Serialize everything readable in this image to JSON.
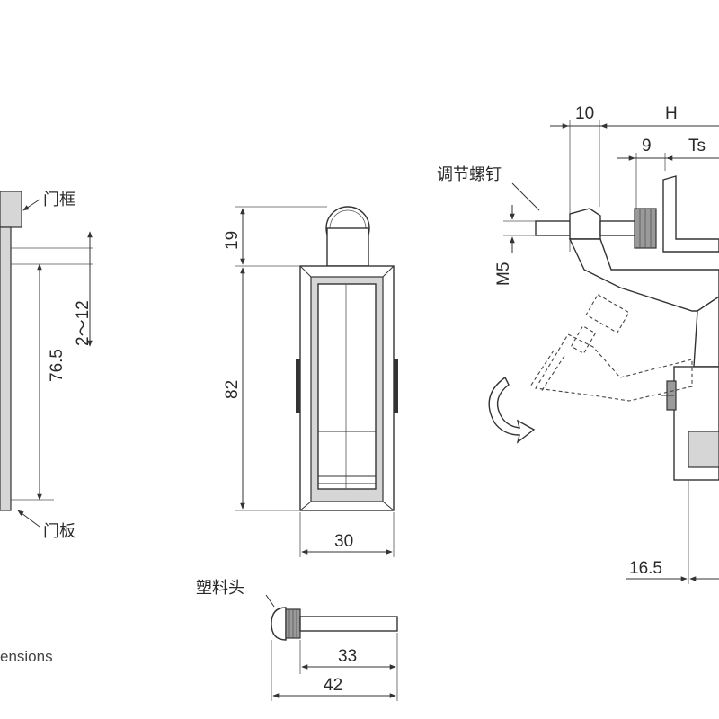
{
  "labels": {
    "door_frame": "门框",
    "door_panel": "门板",
    "adjust_screw": "调节螺钉",
    "plastic_head": "塑料头",
    "caption_fragment": "ensions"
  },
  "dimensions": {
    "range_2_12": "2～12",
    "h_76_5": "76.5",
    "h_19": "19",
    "h_82": "82",
    "w_30": "30",
    "w_33": "33",
    "w_42": "42",
    "w_10": "10",
    "w_H": "H",
    "w_9": "9",
    "w_Ts": "Ts",
    "thread_M5": "M5",
    "w_16_5": "16.5"
  },
  "colors": {
    "line": "#333333",
    "fill_light": "#d6d6d6",
    "fill_dark": "#9a9a9a",
    "background": "#ffffff"
  }
}
